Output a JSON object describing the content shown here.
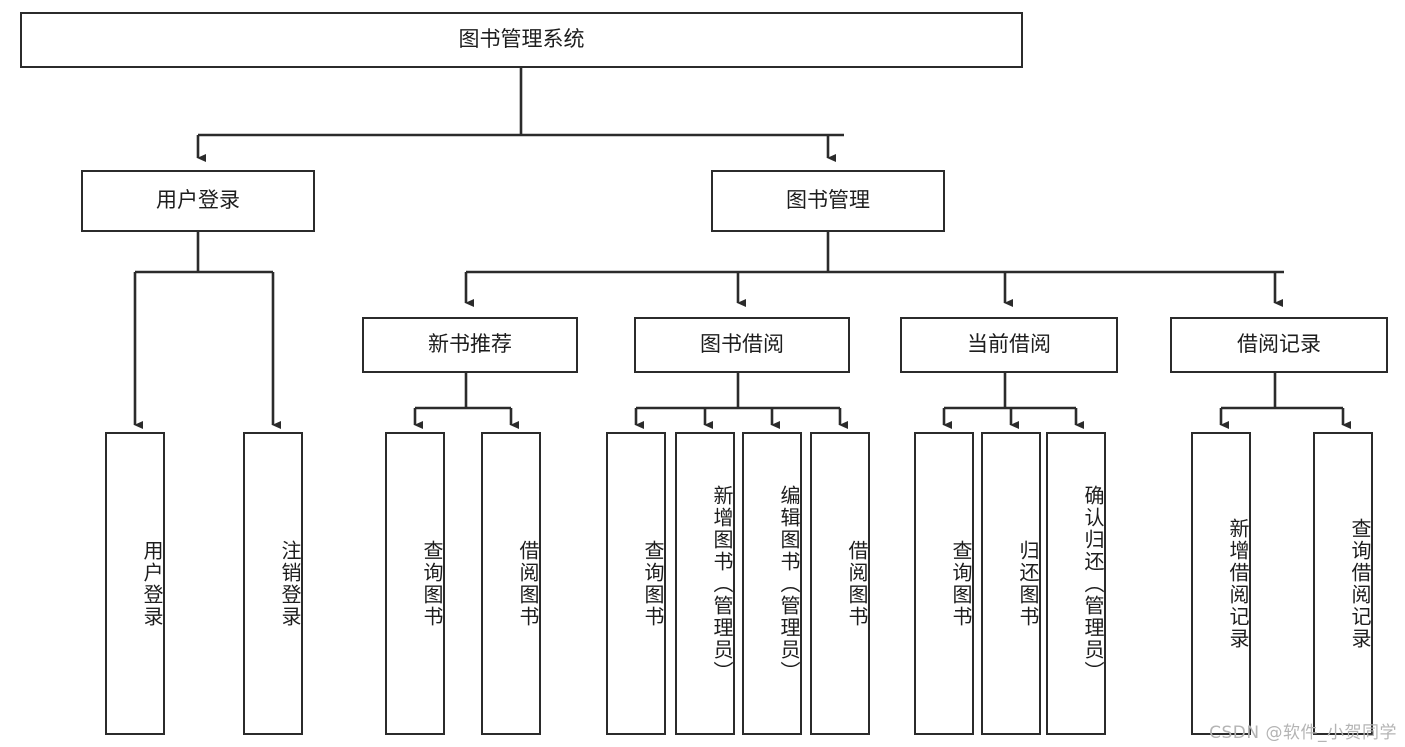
{
  "diagram": {
    "type": "tree",
    "title": "图书管理系统",
    "orientation": "top-down",
    "colors": {
      "box_border": "#2b2b2b",
      "box_fill": "#ffffff",
      "edge": "#2b2b2b",
      "text": "#1d1d1d",
      "watermark": "#b4b4b4",
      "background": "#ffffff"
    },
    "nodes": {
      "root": {
        "label": "图书管理系统"
      },
      "level1": [
        {
          "id": "user-login",
          "label": "用户登录"
        },
        {
          "id": "book-manage",
          "label": "图书管理"
        }
      ],
      "level2": [
        {
          "id": "new-book-recommend",
          "label": "新书推荐"
        },
        {
          "id": "book-borrow",
          "label": "图书借阅"
        },
        {
          "id": "current-borrow",
          "label": "当前借阅"
        },
        {
          "id": "borrow-record",
          "label": "借阅记录"
        }
      ],
      "leaves": {
        "user-login": [
          {
            "id": "leaf-user-login",
            "label": "用户登录"
          },
          {
            "id": "leaf-logout-login",
            "label": "注销登录"
          }
        ],
        "new-book-recommend": [
          {
            "id": "leaf-query-book-1",
            "label": "查询图书"
          },
          {
            "id": "leaf-borrow-book-1",
            "label": "借阅图书"
          }
        ],
        "book-borrow": [
          {
            "id": "leaf-query-book-2",
            "label": "查询图书"
          },
          {
            "id": "leaf-add-book",
            "label": "新增图书（管理员）"
          },
          {
            "id": "leaf-edit-book",
            "label": "编辑图书（管理员）"
          },
          {
            "id": "leaf-borrow-book-2",
            "label": "借阅图书"
          }
        ],
        "current-borrow": [
          {
            "id": "leaf-query-book-3",
            "label": "查询图书"
          },
          {
            "id": "leaf-return-book",
            "label": "归还图书"
          },
          {
            "id": "leaf-confirm-return",
            "label": "确认归还（管理员）"
          }
        ],
        "borrow-record": [
          {
            "id": "leaf-add-record",
            "label": "新增借阅记录"
          },
          {
            "id": "leaf-query-record",
            "label": "查询借阅记录"
          }
        ]
      }
    }
  },
  "watermark": {
    "text": "CSDN @软件_小贺同学"
  }
}
